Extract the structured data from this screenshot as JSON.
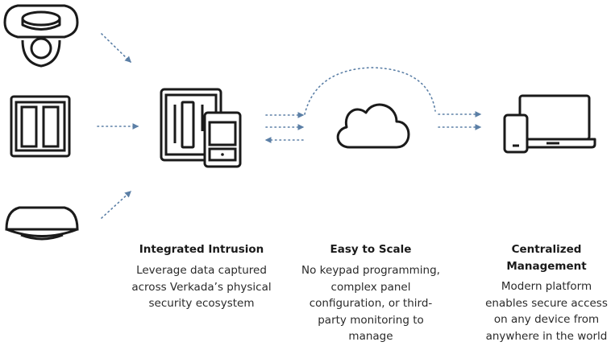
{
  "colors": {
    "ink": "#1a1a1a",
    "dotted_arrow": "#5b7fa6",
    "background": "#ffffff"
  },
  "devices": [
    "dome-camera-icon",
    "door-sensor-icon",
    "motion-sensor-icon",
    "alarm-panel-and-keypad-icon",
    "cloud-icon",
    "laptop-and-phone-icon"
  ],
  "columns": [
    {
      "title": "Integrated Intrusion",
      "body": "Leverage data captured across Verkada’s physical security ecosystem"
    },
    {
      "title": "Easy to Scale",
      "body": "No keypad programming, complex panel configuration, or third-party monitoring to manage"
    },
    {
      "title": "Centralized Management",
      "body": "Modern platform enables secure access on any device from anywhere in the world"
    }
  ]
}
